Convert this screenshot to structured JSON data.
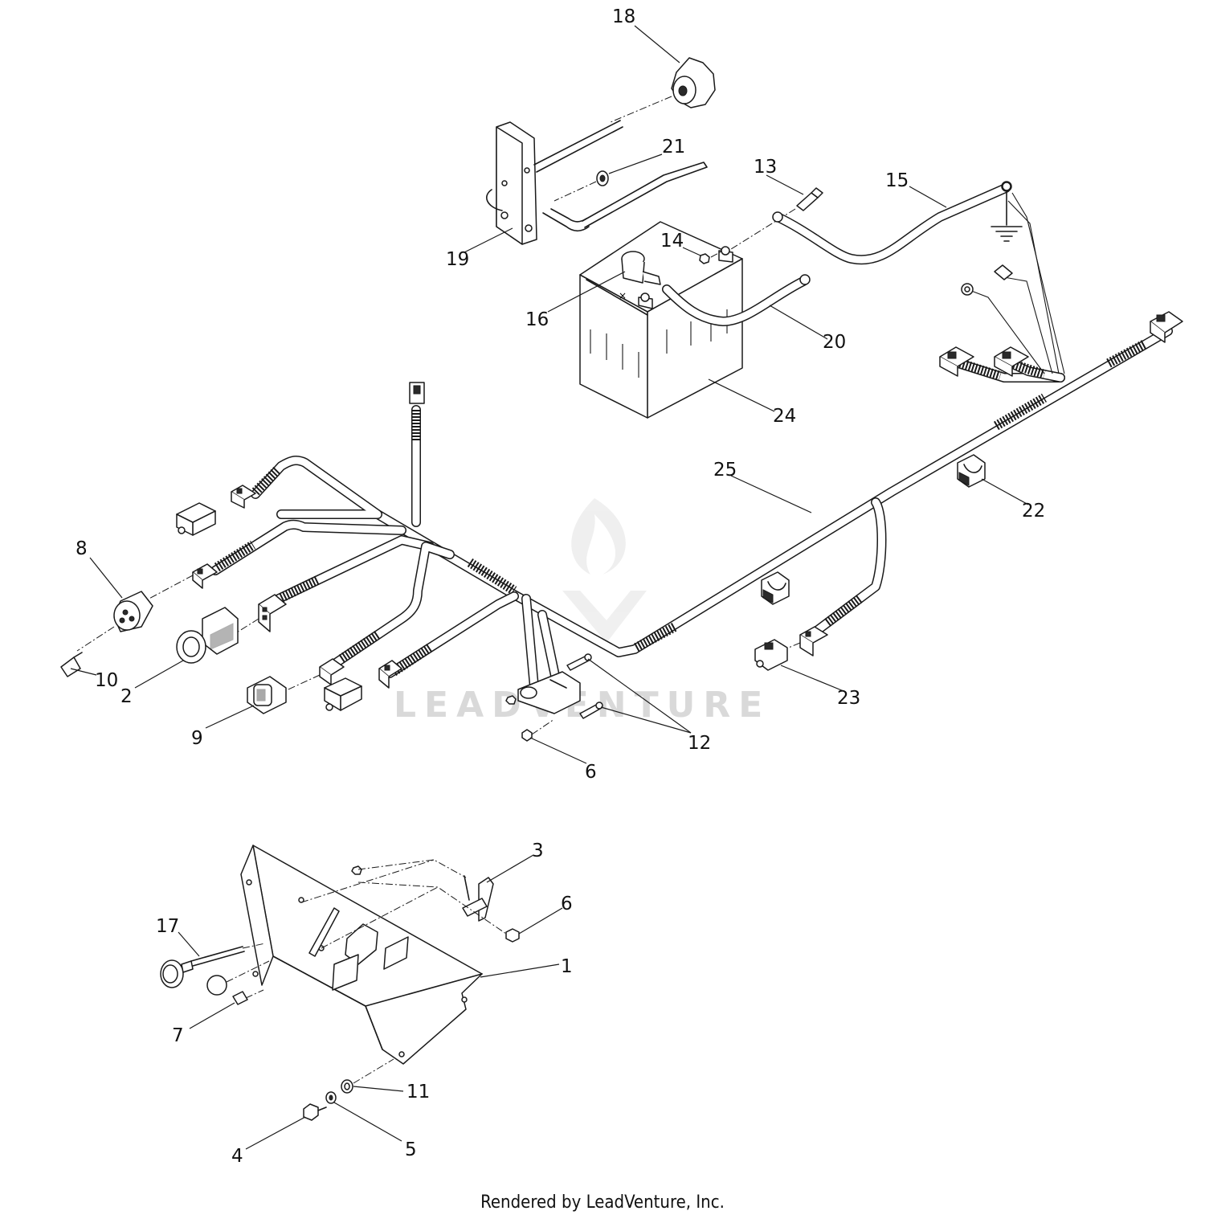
{
  "callouts": {
    "c1": "1",
    "c2": "2",
    "c3": "3",
    "c4": "4",
    "c5": "5",
    "c6a": "6",
    "c6b": "6",
    "c7": "7",
    "c8": "8",
    "c9": "9",
    "c10": "10",
    "c11": "11",
    "c12": "12",
    "c13": "13",
    "c14": "14",
    "c15": "15",
    "c16": "16",
    "c17": "17",
    "c18": "18",
    "c19": "19",
    "c20": "20",
    "c21": "21",
    "c22": "22",
    "c23": "23",
    "c24": "24",
    "c25": "25"
  },
  "watermark": {
    "text": "LEADVENTURE"
  },
  "credit": "Rendered by LeadVenture, Inc."
}
